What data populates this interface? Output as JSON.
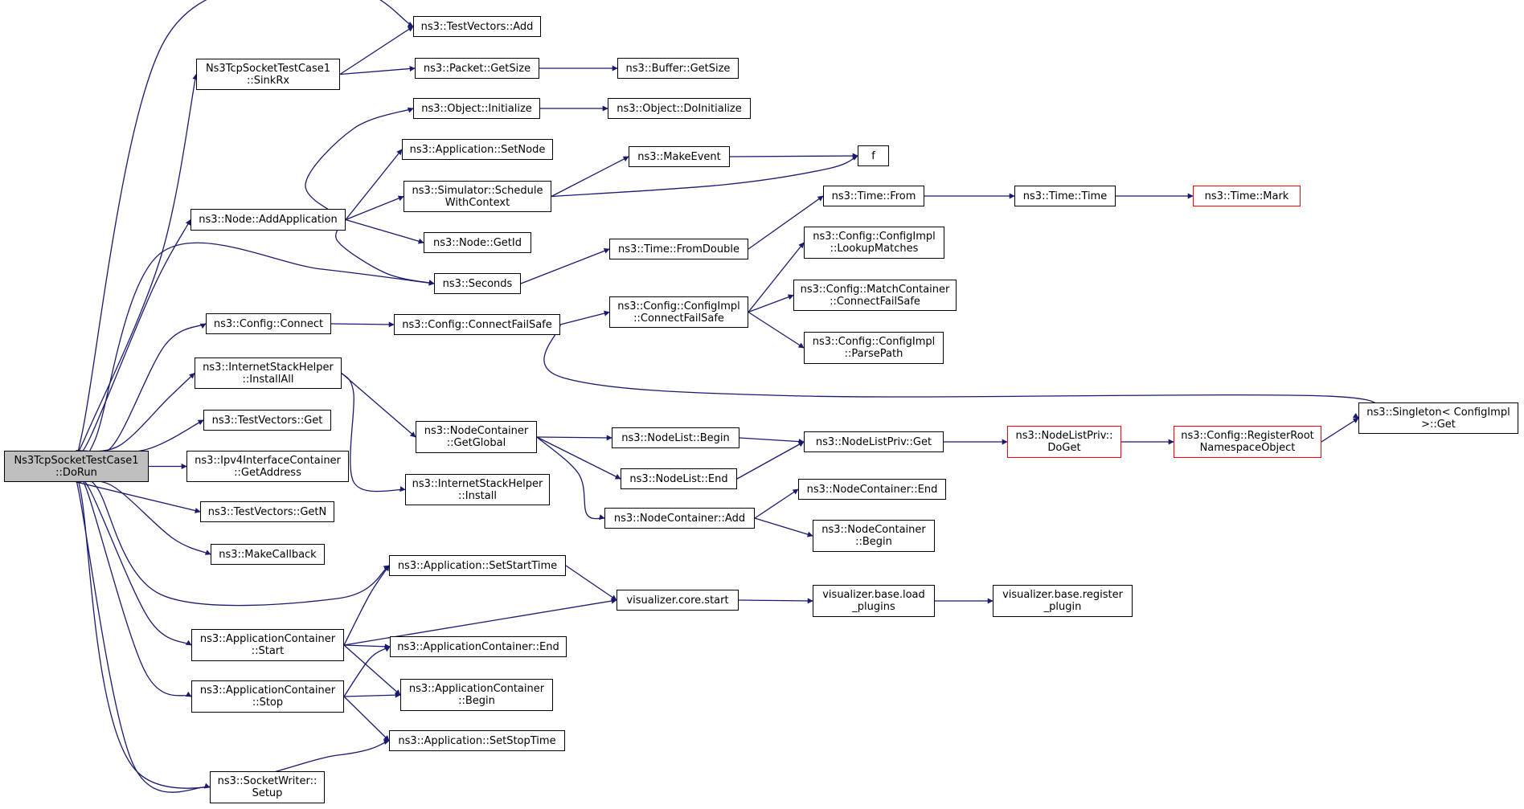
{
  "graph": {
    "root_id": "root",
    "colors": {
      "edge": "#191970",
      "root_fill": "#bfbfbf",
      "node_border": "#000000",
      "truncated_border": "#ff0000"
    },
    "nodes": [
      {
        "id": "root",
        "lines": [
          "Ns3TcpSocketTestCase1",
          "::DoRun"
        ]
      },
      {
        "id": "tv_add",
        "lines": [
          "ns3::TestVectors::Add"
        ]
      },
      {
        "id": "sinkrx",
        "lines": [
          "Ns3TcpSocketTestCase1",
          "::SinkRx"
        ]
      },
      {
        "id": "pkt_getsize",
        "lines": [
          "ns3::Packet::GetSize"
        ]
      },
      {
        "id": "buf_getsize",
        "lines": [
          "ns3::Buffer::GetSize"
        ]
      },
      {
        "id": "obj_init",
        "lines": [
          "ns3::Object::Initialize"
        ]
      },
      {
        "id": "obj_doinit",
        "lines": [
          "ns3::Object::DoInitialize"
        ]
      },
      {
        "id": "app_setnode",
        "lines": [
          "ns3::Application::SetNode"
        ]
      },
      {
        "id": "makeevent",
        "lines": [
          "ns3::MakeEvent"
        ]
      },
      {
        "id": "f",
        "lines": [
          "f"
        ]
      },
      {
        "id": "sim_sched",
        "lines": [
          "ns3::Simulator::Schedule",
          "WithContext"
        ]
      },
      {
        "id": "node_addapp",
        "lines": [
          "ns3::Node::AddApplication"
        ]
      },
      {
        "id": "time_from",
        "lines": [
          "ns3::Time::From"
        ]
      },
      {
        "id": "time_time",
        "lines": [
          "ns3::Time::Time"
        ]
      },
      {
        "id": "time_mark",
        "lines": [
          "ns3::Time::Mark"
        ],
        "truncated": true
      },
      {
        "id": "node_getid",
        "lines": [
          "ns3::Node::GetId"
        ]
      },
      {
        "id": "cfg_lookup",
        "lines": [
          "ns3::Config::ConfigImpl",
          "::LookupMatches"
        ]
      },
      {
        "id": "time_fromdouble",
        "lines": [
          "ns3::Time::FromDouble"
        ]
      },
      {
        "id": "seconds",
        "lines": [
          "ns3::Seconds"
        ]
      },
      {
        "id": "cfg_mc_cfs",
        "lines": [
          "ns3::Config::MatchContainer",
          "::ConnectFailSafe"
        ]
      },
      {
        "id": "cfg_connect",
        "lines": [
          "ns3::Config::Connect"
        ]
      },
      {
        "id": "cfg_cfs",
        "lines": [
          "ns3::Config::ConnectFailSafe"
        ]
      },
      {
        "id": "cfgimpl_cfs",
        "lines": [
          "ns3::Config::ConfigImpl",
          "::ConnectFailSafe"
        ]
      },
      {
        "id": "cfg_parsepath",
        "lines": [
          "ns3::Config::ConfigImpl",
          "::ParsePath"
        ]
      },
      {
        "id": "ish_installall",
        "lines": [
          "ns3::InternetStackHelper",
          "::InstallAll"
        ]
      },
      {
        "id": "singleton_get",
        "lines": [
          "ns3::Singleton< ConfigImpl",
          " >::Get"
        ]
      },
      {
        "id": "tv_get",
        "lines": [
          "ns3::TestVectors::Get"
        ]
      },
      {
        "id": "nc_getglobal",
        "lines": [
          "ns3::NodeContainer",
          "::GetGlobal"
        ]
      },
      {
        "id": "nl_begin",
        "lines": [
          "ns3::NodeList::Begin"
        ]
      },
      {
        "id": "nlp_get",
        "lines": [
          "ns3::NodeListPriv::Get"
        ]
      },
      {
        "id": "nlp_doget",
        "lines": [
          "ns3::NodeListPriv::",
          "DoGet"
        ],
        "truncated": true
      },
      {
        "id": "cfg_regroot",
        "lines": [
          "ns3::Config::RegisterRoot",
          "NamespaceObject"
        ],
        "truncated": true
      },
      {
        "id": "ipv4_getaddr",
        "lines": [
          "ns3::Ipv4InterfaceContainer",
          "::GetAddress"
        ]
      },
      {
        "id": "nl_end",
        "lines": [
          "ns3::NodeList::End"
        ]
      },
      {
        "id": "ish_install",
        "lines": [
          "ns3::InternetStackHelper",
          "::Install"
        ]
      },
      {
        "id": "nc_end",
        "lines": [
          "ns3::NodeContainer::End"
        ]
      },
      {
        "id": "tv_getn",
        "lines": [
          "ns3::TestVectors::GetN"
        ]
      },
      {
        "id": "nc_add",
        "lines": [
          "ns3::NodeContainer::Add"
        ]
      },
      {
        "id": "nc_begin",
        "lines": [
          "ns3::NodeContainer",
          "::Begin"
        ]
      },
      {
        "id": "makecallback",
        "lines": [
          "ns3::MakeCallback"
        ]
      },
      {
        "id": "app_setstart",
        "lines": [
          "ns3::Application::SetStartTime"
        ]
      },
      {
        "id": "vis_core_start",
        "lines": [
          "visualizer.core.start"
        ]
      },
      {
        "id": "vis_load",
        "lines": [
          "visualizer.base.load",
          "_plugins"
        ]
      },
      {
        "id": "vis_register",
        "lines": [
          "visualizer.base.register",
          "_plugin"
        ]
      },
      {
        "id": "ac_start",
        "lines": [
          "ns3::ApplicationContainer",
          "::Start"
        ]
      },
      {
        "id": "ac_end",
        "lines": [
          "ns3::ApplicationContainer::End"
        ]
      },
      {
        "id": "ac_stop",
        "lines": [
          "ns3::ApplicationContainer",
          "::Stop"
        ]
      },
      {
        "id": "ac_begin",
        "lines": [
          "ns3::ApplicationContainer",
          "::Begin"
        ]
      },
      {
        "id": "app_setstop",
        "lines": [
          "ns3::Application::SetStopTime"
        ]
      },
      {
        "id": "sockwriter_setup",
        "lines": [
          "ns3::SocketWriter::",
          "Setup"
        ]
      }
    ],
    "edges": [
      [
        "root",
        "tv_add"
      ],
      [
        "root",
        "sinkrx"
      ],
      [
        "root",
        "node_addapp"
      ],
      [
        "root",
        "seconds"
      ],
      [
        "root",
        "cfg_connect"
      ],
      [
        "root",
        "ish_installall"
      ],
      [
        "root",
        "tv_get"
      ],
      [
        "root",
        "ipv4_getaddr"
      ],
      [
        "root",
        "tv_getn"
      ],
      [
        "root",
        "makecallback"
      ],
      [
        "root",
        "app_setstart"
      ],
      [
        "root",
        "ac_start"
      ],
      [
        "root",
        "ac_stop"
      ],
      [
        "root",
        "app_setstop"
      ],
      [
        "root",
        "sockwriter_setup"
      ],
      [
        "sinkrx",
        "tv_add"
      ],
      [
        "sinkrx",
        "pkt_getsize"
      ],
      [
        "pkt_getsize",
        "buf_getsize"
      ],
      [
        "node_addapp",
        "obj_init"
      ],
      [
        "node_addapp",
        "app_setnode"
      ],
      [
        "node_addapp",
        "sim_sched"
      ],
      [
        "node_addapp",
        "node_getid"
      ],
      [
        "node_addapp",
        "seconds"
      ],
      [
        "obj_init",
        "obj_doinit"
      ],
      [
        "sim_sched",
        "makeevent"
      ],
      [
        "sim_sched",
        "f"
      ],
      [
        "makeevent",
        "f"
      ],
      [
        "seconds",
        "time_fromdouble"
      ],
      [
        "time_fromdouble",
        "time_from"
      ],
      [
        "time_from",
        "time_time"
      ],
      [
        "time_time",
        "time_mark"
      ],
      [
        "cfg_connect",
        "cfg_cfs"
      ],
      [
        "cfg_cfs",
        "cfgimpl_cfs"
      ],
      [
        "cfg_cfs",
        "singleton_get"
      ],
      [
        "cfgimpl_cfs",
        "cfg_lookup"
      ],
      [
        "cfgimpl_cfs",
        "cfg_mc_cfs"
      ],
      [
        "cfgimpl_cfs",
        "cfg_parsepath"
      ],
      [
        "ish_installall",
        "nc_getglobal"
      ],
      [
        "ish_installall",
        "ish_install"
      ],
      [
        "nc_getglobal",
        "nl_begin"
      ],
      [
        "nc_getglobal",
        "nl_end"
      ],
      [
        "nc_getglobal",
        "nc_add"
      ],
      [
        "nl_begin",
        "nlp_get"
      ],
      [
        "nl_end",
        "nlp_get"
      ],
      [
        "nlp_get",
        "nlp_doget"
      ],
      [
        "nlp_doget",
        "cfg_regroot"
      ],
      [
        "cfg_regroot",
        "singleton_get"
      ],
      [
        "nc_add",
        "nc_end"
      ],
      [
        "nc_add",
        "nc_begin"
      ],
      [
        "app_setstart",
        "vis_core_start"
      ],
      [
        "vis_core_start",
        "vis_load"
      ],
      [
        "vis_load",
        "vis_register"
      ],
      [
        "ac_start",
        "app_setstart"
      ],
      [
        "ac_start",
        "vis_core_start"
      ],
      [
        "ac_start",
        "ac_end"
      ],
      [
        "ac_start",
        "ac_begin"
      ],
      [
        "ac_stop",
        "ac_end"
      ],
      [
        "ac_stop",
        "ac_begin"
      ],
      [
        "ac_stop",
        "app_setstop"
      ]
    ]
  }
}
